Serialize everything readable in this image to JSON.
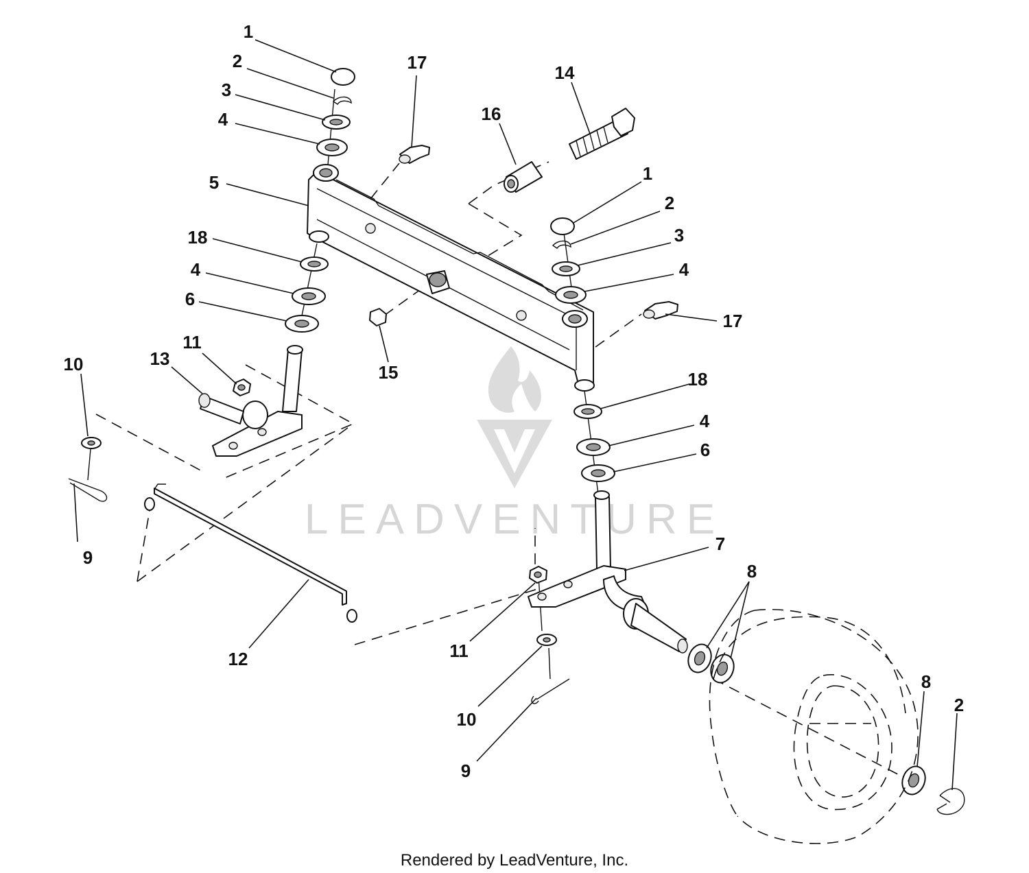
{
  "watermark": {
    "text": "LEADVENTURE"
  },
  "footer": {
    "text": "Rendered by LeadVenture, Inc."
  },
  "callouts": [
    {
      "id": "c1a",
      "label": "1"
    },
    {
      "id": "c2a",
      "label": "2"
    },
    {
      "id": "c3a",
      "label": "3"
    },
    {
      "id": "c4a",
      "label": "4"
    },
    {
      "id": "c5",
      "label": "5"
    },
    {
      "id": "c18a",
      "label": "18"
    },
    {
      "id": "c4b",
      "label": "4"
    },
    {
      "id": "c6a",
      "label": "6"
    },
    {
      "id": "c10a",
      "label": "10"
    },
    {
      "id": "c13",
      "label": "13"
    },
    {
      "id": "c11a",
      "label": "11"
    },
    {
      "id": "c9a",
      "label": "9"
    },
    {
      "id": "c17a",
      "label": "17"
    },
    {
      "id": "c16",
      "label": "16"
    },
    {
      "id": "c14",
      "label": "14"
    },
    {
      "id": "c1b",
      "label": "1"
    },
    {
      "id": "c2b",
      "label": "2"
    },
    {
      "id": "c3b",
      "label": "3"
    },
    {
      "id": "c4c",
      "label": "4"
    },
    {
      "id": "c17b",
      "label": "17"
    },
    {
      "id": "c15",
      "label": "15"
    },
    {
      "id": "c18b",
      "label": "18"
    },
    {
      "id": "c4d",
      "label": "4"
    },
    {
      "id": "c6b",
      "label": "6"
    },
    {
      "id": "c7",
      "label": "7"
    },
    {
      "id": "c8a",
      "label": "8"
    },
    {
      "id": "c12",
      "label": "12"
    },
    {
      "id": "c11b",
      "label": "11"
    },
    {
      "id": "c10b",
      "label": "10"
    },
    {
      "id": "c9b",
      "label": "9"
    },
    {
      "id": "c8b",
      "label": "8"
    },
    {
      "id": "c2c",
      "label": "2"
    }
  ]
}
